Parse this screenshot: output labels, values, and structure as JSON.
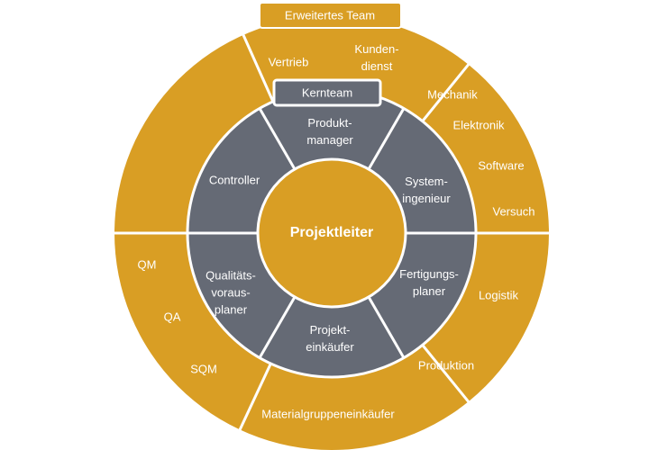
{
  "colors": {
    "gold": "#D99E24",
    "slate": "#656A75",
    "separator": "#ffffff",
    "text": "#ffffff"
  },
  "extended_team_label": "Erweitertes Team",
  "core_team_label": "Kernteam",
  "center_label": "Projektleiter",
  "core_roles": [
    {
      "id": "produktmanager",
      "lines": [
        "Produkt-",
        "manager"
      ]
    },
    {
      "id": "systemingenieur",
      "lines": [
        "System-",
        "ingenieur"
      ]
    },
    {
      "id": "fertigungsplaner",
      "lines": [
        "Fertigungs-",
        "planer"
      ]
    },
    {
      "id": "projekteinkaeufer",
      "lines": [
        "Projekt-",
        "einkäufer"
      ]
    },
    {
      "id": "qualitaetsvorausplaner",
      "lines": [
        "Qualitäts-",
        "voraus-",
        "planer"
      ]
    },
    {
      "id": "controller",
      "lines": [
        "Controller"
      ]
    }
  ],
  "extended_groups": [
    {
      "id": "top",
      "items": [
        {
          "lines": [
            "Vertrieb"
          ]
        },
        {
          "lines": [
            "Kunden-",
            "dienst"
          ]
        }
      ]
    },
    {
      "id": "upper-right",
      "items": [
        {
          "lines": [
            "Mechanik"
          ]
        },
        {
          "lines": [
            "Elektronik"
          ]
        },
        {
          "lines": [
            "Software"
          ]
        },
        {
          "lines": [
            "Versuch"
          ]
        }
      ]
    },
    {
      "id": "lower-right",
      "items": [
        {
          "lines": [
            "Logistik"
          ]
        },
        {
          "lines": [
            "Produktion"
          ]
        }
      ]
    },
    {
      "id": "bottom",
      "items": [
        {
          "lines": [
            "Materialgruppeneinkäufer"
          ]
        }
      ]
    },
    {
      "id": "left",
      "items": [
        {
          "lines": [
            "QM"
          ]
        },
        {
          "lines": [
            "QA"
          ]
        },
        {
          "lines": [
            "SQM"
          ]
        }
      ]
    }
  ]
}
